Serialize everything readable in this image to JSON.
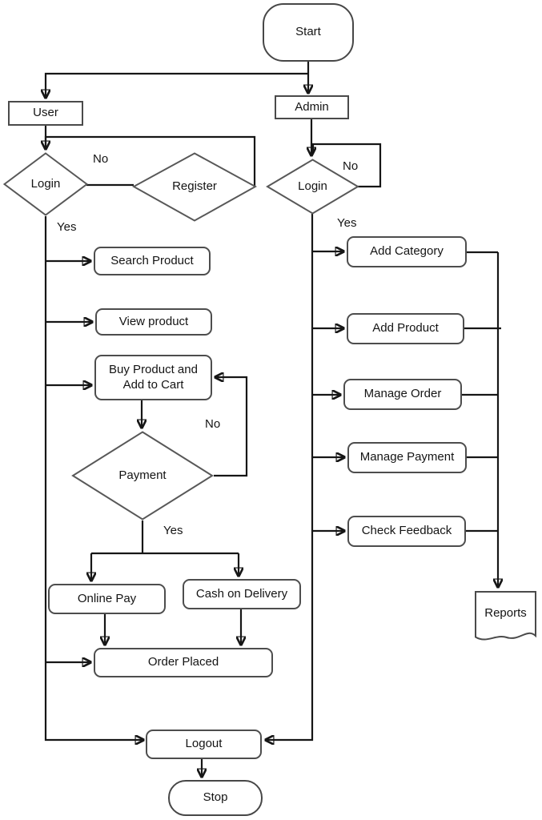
{
  "diagram": {
    "type": "flowchart",
    "background_color": "#ffffff",
    "line_color": "#161616",
    "box_border_color": "#4d4d4d",
    "text_color": "#141414",
    "nodes": {
      "start": {
        "label": "Start",
        "shape": "terminator"
      },
      "user": {
        "label": "User",
        "shape": "rectangle"
      },
      "admin": {
        "label": "Admin",
        "shape": "rectangle"
      },
      "login_user": {
        "label": "Login",
        "shape": "decision"
      },
      "register": {
        "label": "Register",
        "shape": "decision"
      },
      "login_admin": {
        "label": "Login",
        "shape": "decision"
      },
      "search_product": {
        "label": "Search Product",
        "shape": "rounded-process"
      },
      "view_product": {
        "label": "View product",
        "shape": "rounded-process"
      },
      "buy_product": {
        "label": "Buy Product and Add to Cart",
        "shape": "rounded-process"
      },
      "payment": {
        "label": "Payment",
        "shape": "decision"
      },
      "online_pay": {
        "label": "Online Pay",
        "shape": "rounded-process"
      },
      "cash_on_delivery": {
        "label": "Cash on Delivery",
        "shape": "rounded-process"
      },
      "order_placed": {
        "label": "Order Placed",
        "shape": "rounded-process"
      },
      "logout": {
        "label": "Logout",
        "shape": "rounded-process"
      },
      "stop": {
        "label": "Stop",
        "shape": "terminator"
      },
      "add_category": {
        "label": "Add Category",
        "shape": "rounded-process"
      },
      "add_product": {
        "label": "Add Product",
        "shape": "rounded-process"
      },
      "manage_order": {
        "label": "Manage Order",
        "shape": "rounded-process"
      },
      "manage_payment": {
        "label": "Manage Payment",
        "shape": "rounded-process"
      },
      "check_feedback": {
        "label": "Check Feedback",
        "shape": "rounded-process"
      },
      "reports": {
        "label": "Reports",
        "shape": "document"
      }
    },
    "edge_labels": {
      "user_login_no": "No",
      "user_login_yes": "Yes",
      "admin_login_no": "No",
      "admin_login_yes": "Yes",
      "payment_no": "No",
      "payment_yes": "Yes"
    },
    "edges": [
      {
        "from": "start",
        "to": "user"
      },
      {
        "from": "start",
        "to": "admin"
      },
      {
        "from": "user",
        "to": "login_user"
      },
      {
        "from": "login_user",
        "to": "register",
        "label": "No"
      },
      {
        "from": "register",
        "to": "login_user"
      },
      {
        "from": "login_user",
        "to": "search_product",
        "label": "Yes"
      },
      {
        "from": "login_user",
        "to": "view_product"
      },
      {
        "from": "login_user",
        "to": "buy_product"
      },
      {
        "from": "buy_product",
        "to": "payment"
      },
      {
        "from": "payment",
        "to": "buy_product",
        "label": "No"
      },
      {
        "from": "payment",
        "to": "online_pay",
        "label": "Yes"
      },
      {
        "from": "payment",
        "to": "cash_on_delivery",
        "label": "Yes"
      },
      {
        "from": "online_pay",
        "to": "order_placed"
      },
      {
        "from": "cash_on_delivery",
        "to": "order_placed"
      },
      {
        "from": "login_user",
        "to": "order_placed"
      },
      {
        "from": "login_user",
        "to": "logout"
      },
      {
        "from": "admin",
        "to": "login_admin"
      },
      {
        "from": "login_admin",
        "to": "login_admin",
        "label": "No"
      },
      {
        "from": "login_admin",
        "to": "add_category",
        "label": "Yes"
      },
      {
        "from": "login_admin",
        "to": "add_product"
      },
      {
        "from": "login_admin",
        "to": "manage_order"
      },
      {
        "from": "login_admin",
        "to": "manage_payment"
      },
      {
        "from": "login_admin",
        "to": "check_feedback"
      },
      {
        "from": "add_category",
        "to": "reports"
      },
      {
        "from": "add_product",
        "to": "reports"
      },
      {
        "from": "manage_order",
        "to": "reports"
      },
      {
        "from": "manage_payment",
        "to": "reports"
      },
      {
        "from": "check_feedback",
        "to": "reports"
      },
      {
        "from": "login_admin",
        "to": "logout"
      },
      {
        "from": "logout",
        "to": "stop"
      }
    ]
  }
}
